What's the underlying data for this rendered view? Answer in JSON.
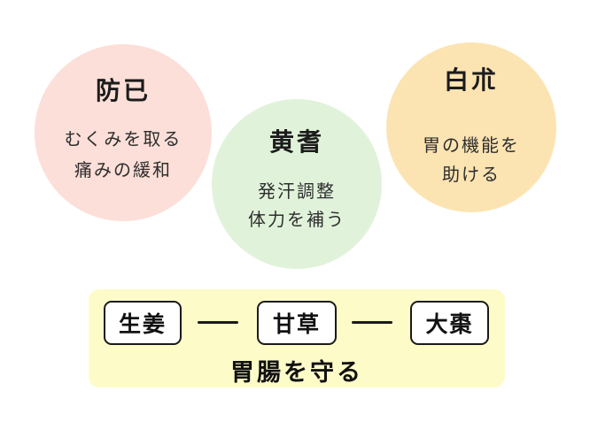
{
  "diagram": {
    "title": "kampo-herb-composition",
    "circles": [
      {
        "id": "boi",
        "title": "防已",
        "effects": [
          "むくみを取る",
          "痛みの緩和"
        ],
        "color": "#fcdfd8"
      },
      {
        "id": "ogi",
        "title": "黄耆",
        "effects": [
          "発汗調整",
          "体力を補う"
        ],
        "color": "#e0f3da"
      },
      {
        "id": "byakujutsu",
        "title": "白朮",
        "effects": [
          "胃の機能を",
          "助ける"
        ],
        "color": "#fce4b2"
      }
    ],
    "support_panel": {
      "color": "#fdfcc8",
      "chips": [
        "生姜",
        "甘草",
        "大棗"
      ],
      "caption": "胃腸を守る"
    }
  }
}
